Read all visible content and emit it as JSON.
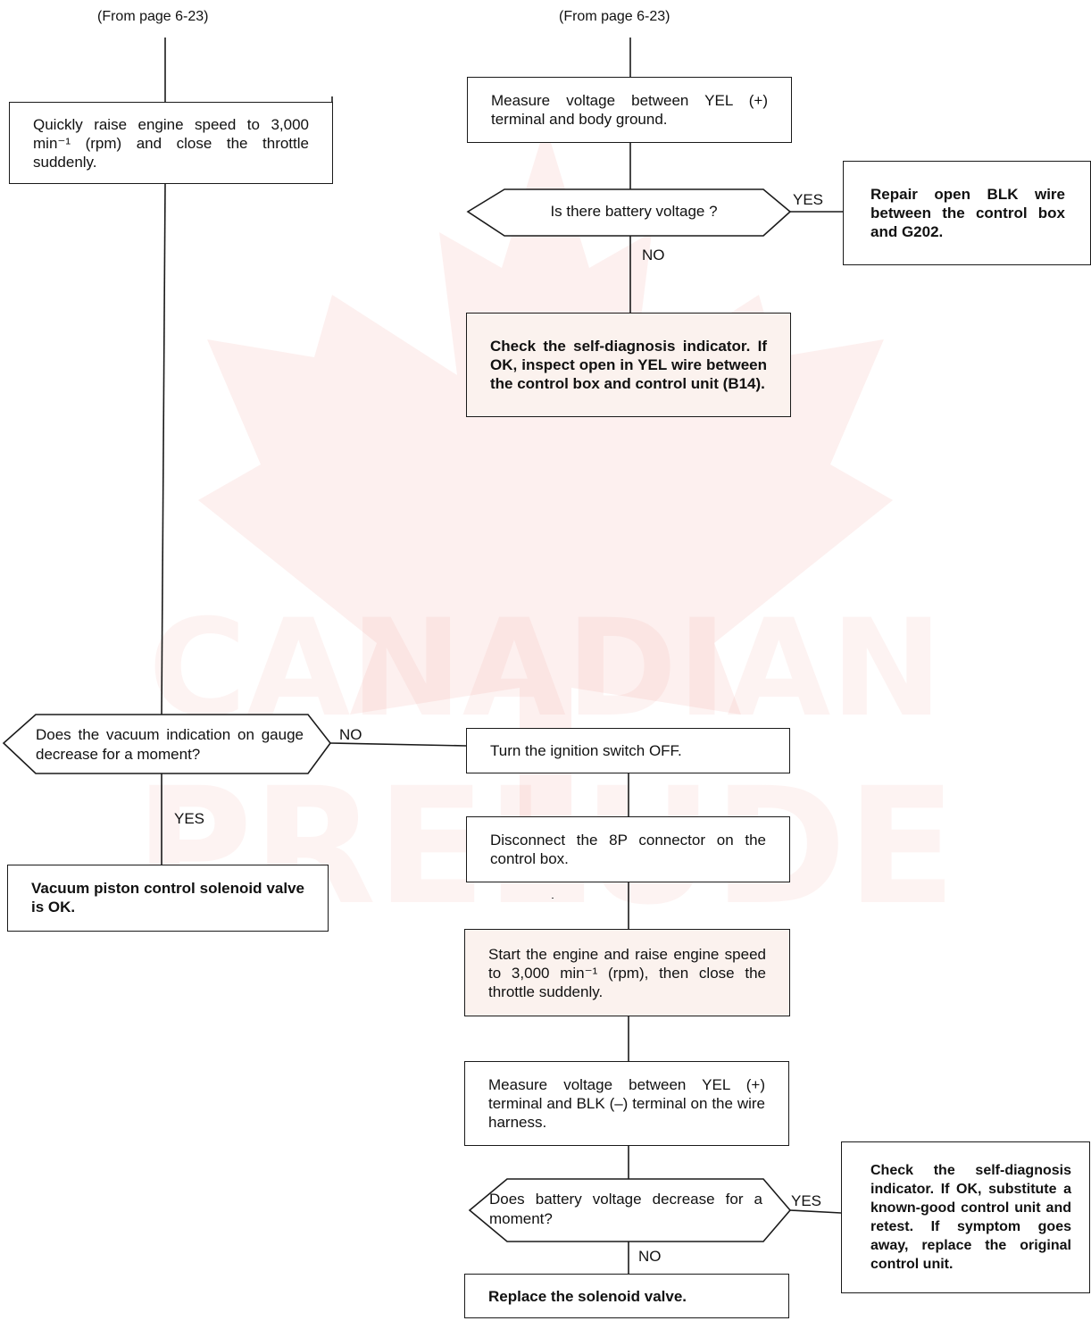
{
  "headers": {
    "left": "(From page 6-23)",
    "right": "(From page 6-23)"
  },
  "left": {
    "step1": "Quickly raise engine speed to 3,000 min⁻¹ (rpm) and close the throttle suddenly.",
    "question": "Does the vacuum indication on gauge decrease for a moment?",
    "yes_label": "YES",
    "no_label": "NO",
    "result_ok": "Vacuum piston control solenoid valve is OK."
  },
  "right": {
    "measure1": "Measure voltage between YEL (+) terminal and body ground.",
    "question1": "Is there battery voltage ?",
    "q1_yes_label": "YES",
    "q1_no_label": "NO",
    "repair": "Repair open BLK wire between the control box and G202.",
    "check1": "Check the self-diagnosis indicator. If OK, inspect open in YEL wire between the control box and control unit (B14).",
    "ignition_off": "Turn the ignition switch OFF.",
    "disconnect": "Disconnect the 8P connector on the control box.",
    "start_engine": "Start the engine and raise engine speed to 3,000 min⁻¹ (rpm), then close the throttle suddenly.",
    "measure2": "Measure voltage between YEL (+) terminal and BLK (–) terminal on the wire harness.",
    "question2": "Does battery voltage decrease for a moment?",
    "q2_yes_label": "YES",
    "q2_no_label": "NO",
    "check2": "Check the self-diagnosis indicator. If OK, substitute a known-good control unit and retest. If symptom goes away, replace the original control unit.",
    "replace": "Replace the solenoid valve."
  },
  "watermark": {
    "line1": "CANADIAN",
    "line2": "PRELUDE",
    "color": "#e0301e"
  }
}
